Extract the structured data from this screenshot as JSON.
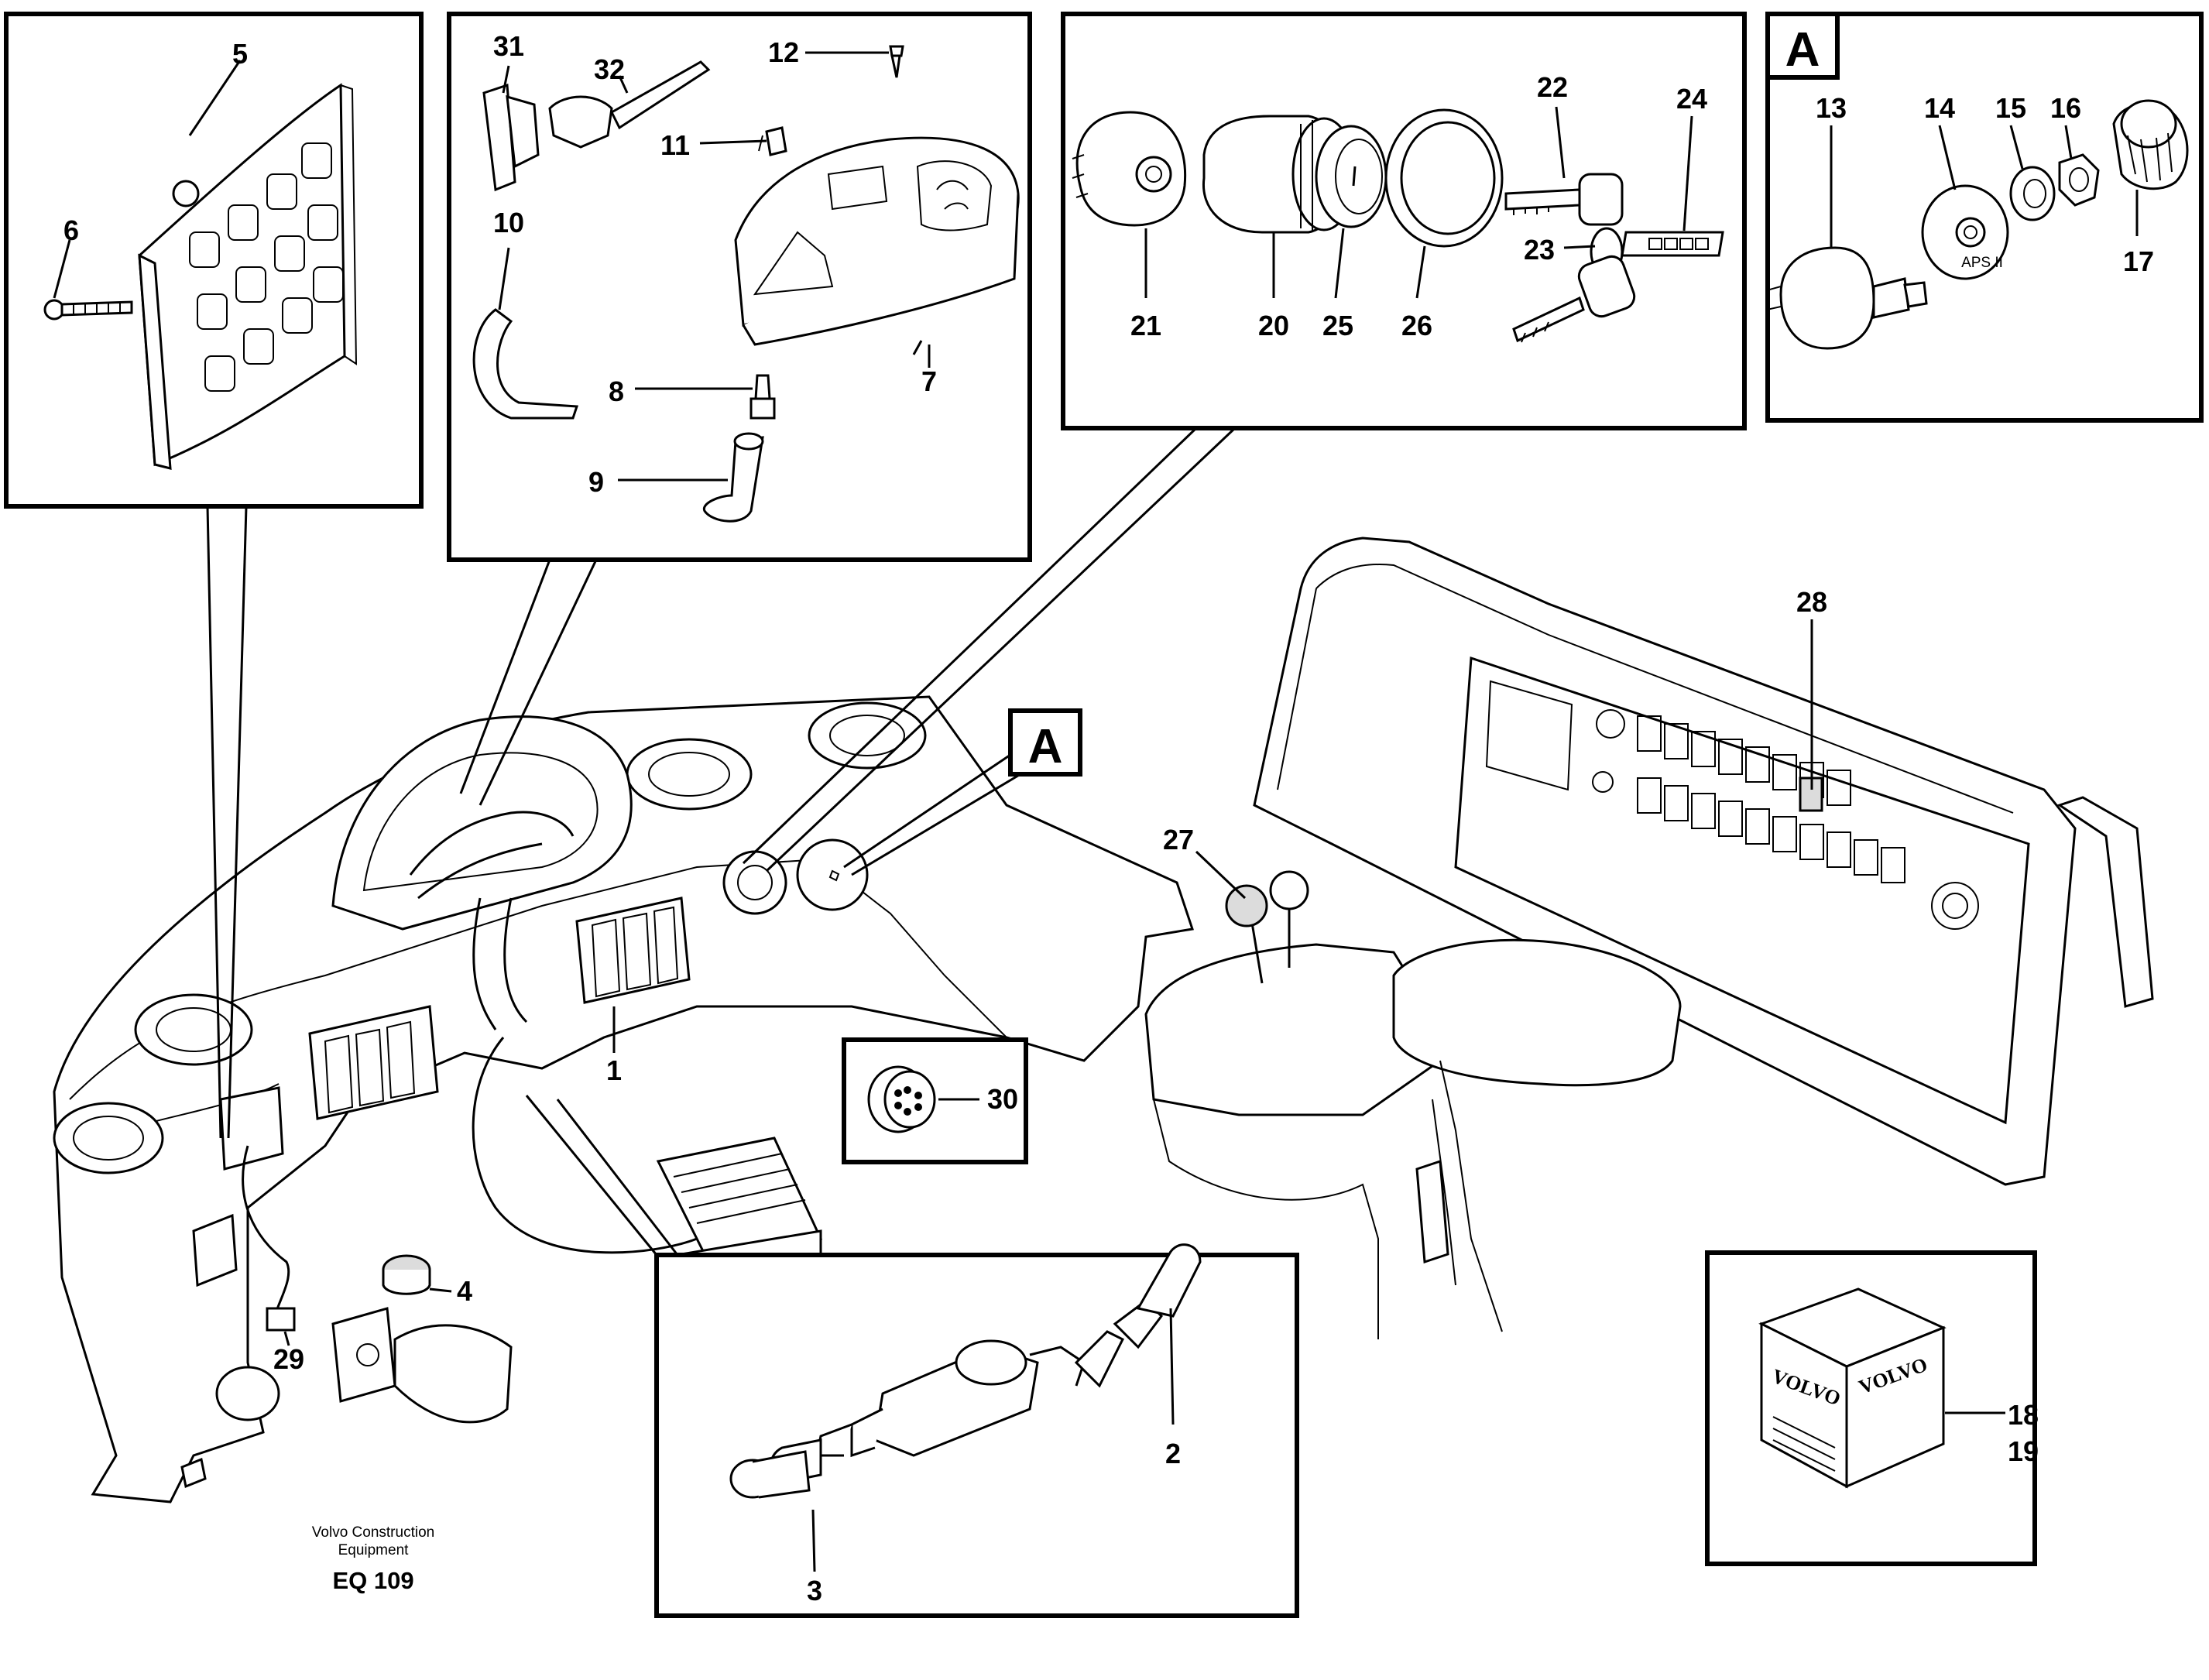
{
  "callouts": {
    "n1": "1",
    "n2": "2",
    "n3": "3",
    "n4": "4",
    "n5": "5",
    "n6": "6",
    "n7": "7",
    "n8": "8",
    "n9": "9",
    "n10": "10",
    "n11": "11",
    "n12": "12",
    "n13": "13",
    "n14": "14",
    "n15": "15",
    "n16": "16",
    "n17": "17",
    "n18": "18",
    "n19": "19",
    "n20": "20",
    "n21": "21",
    "n22": "22",
    "n23": "23",
    "n24": "24",
    "n25": "25",
    "n26": "26",
    "n27": "27",
    "n28": "28",
    "n29": "29",
    "n30": "30",
    "n31": "31",
    "n32": "32"
  },
  "detail_marker": "A",
  "inset_marker": "A",
  "carton_brand": "VOLVO",
  "ignition_label": "APS II",
  "credit": {
    "line1": "Volvo Construction",
    "line2": "Equipment",
    "code": "EQ 109"
  }
}
